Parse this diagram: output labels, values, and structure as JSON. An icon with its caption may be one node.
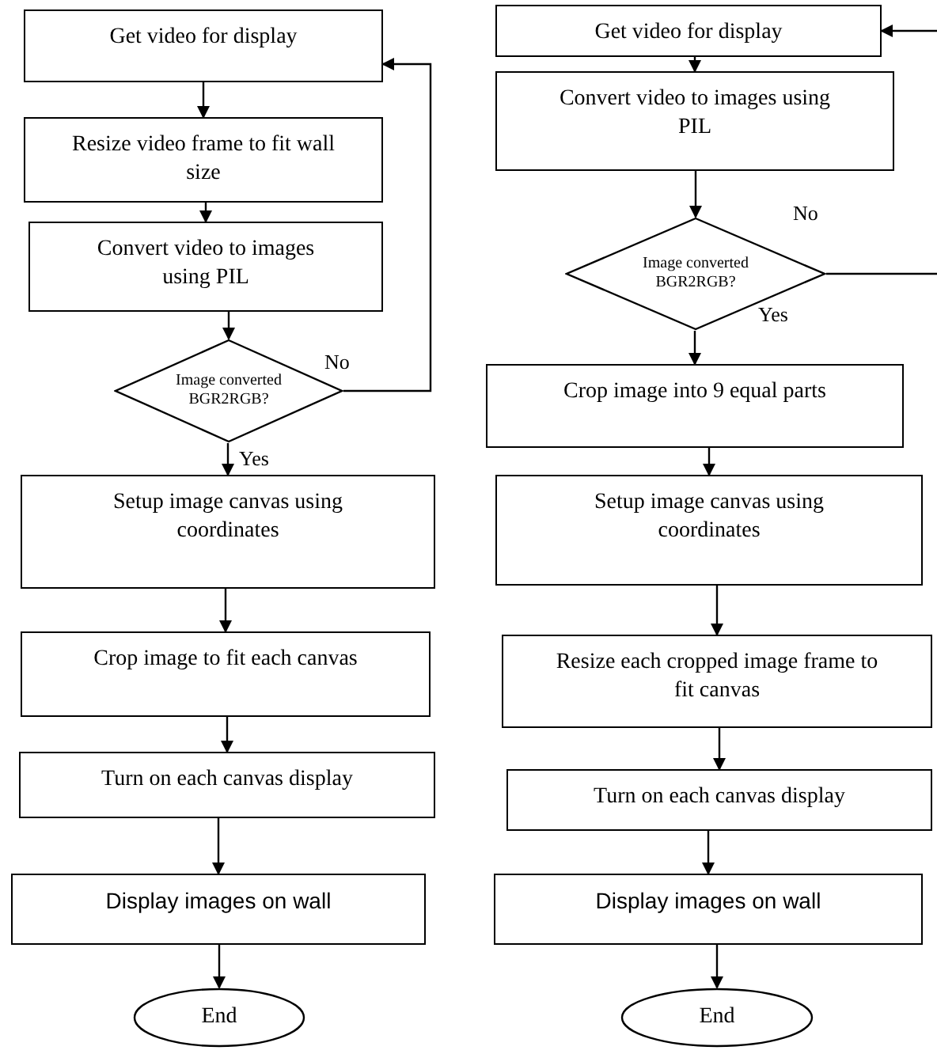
{
  "diagram": {
    "nodes": [
      {
        "text": [
          "Get video for display"
        ]
      },
      {
        "text": [
          "Resize video frame to fit wall size"
        ]
      },
      {
        "text": [
          "Convert video to images using PIL"
        ]
      },
      {
        "text": [
          "Image converted BGR2RGB?"
        ]
      },
      {
        "text": [
          "Setup image canvas using coordinates"
        ]
      },
      {
        "text": [
          "Crop image to fit each canvas"
        ]
      },
      {
        "text": [
          "Turn on each canvas display"
        ]
      },
      {
        "text": [
          "Display images on wall"
        ]
      },
      {
        "text": [
          "End"
        ]
      },
      {
        "text": [
          "Get video for display"
        ]
      },
      {
        "text": [
          "Convert video to images using PIL"
        ]
      },
      {
        "text": [
          "Image converted BGR2RGB?"
        ]
      },
      {
        "text": [
          "Crop image into 9 equal parts"
        ]
      },
      {
        "text": [
          "Setup image canvas using coordinates"
        ]
      },
      {
        "text": [
          "Resize each cropped image frame to fit canvas"
        ]
      },
      {
        "text": [
          "Turn on each canvas display"
        ]
      },
      {
        "text": [
          "Display images on wall"
        ]
      },
      {
        "text": [
          "End"
        ]
      }
    ],
    "edges": [
      {
        "from": 0,
        "to": 1,
        "arrow": "to"
      },
      {
        "from": 1,
        "to": 2,
        "arrow": "to"
      },
      {
        "from": 2,
        "to": 3,
        "arrow": "to"
      },
      {
        "from": 3,
        "to": 4,
        "arrow": "to",
        "label": "Yes"
      },
      {
        "from": 3,
        "to": 0,
        "arrow": "to",
        "label": "No"
      },
      {
        "from": 4,
        "to": 5,
        "arrow": "to"
      },
      {
        "from": 5,
        "to": 6,
        "arrow": "to"
      },
      {
        "from": 6,
        "to": 7,
        "arrow": "to"
      },
      {
        "from": 7,
        "to": 8,
        "arrow": "to"
      },
      {
        "from": 9,
        "to": 10,
        "arrow": "to"
      },
      {
        "from": 10,
        "to": 11,
        "arrow": "to"
      },
      {
        "from": 11,
        "to": 12,
        "arrow": "to",
        "label": "Yes"
      },
      {
        "from": 12,
        "to": 13,
        "arrow": "to"
      },
      {
        "from": 13,
        "to": 14,
        "arrow": "to"
      },
      {
        "from": 14,
        "to": 15,
        "arrow": "to"
      },
      {
        "from": 15,
        "to": 16,
        "arrow": "to"
      },
      {
        "from": 16,
        "to": 17,
        "arrow": "to"
      },
      {
        "from": 11,
        "to": null,
        "arrow": "none",
        "label": "No"
      },
      {
        "from": null,
        "to": 9,
        "arrow": "to"
      }
    ]
  }
}
